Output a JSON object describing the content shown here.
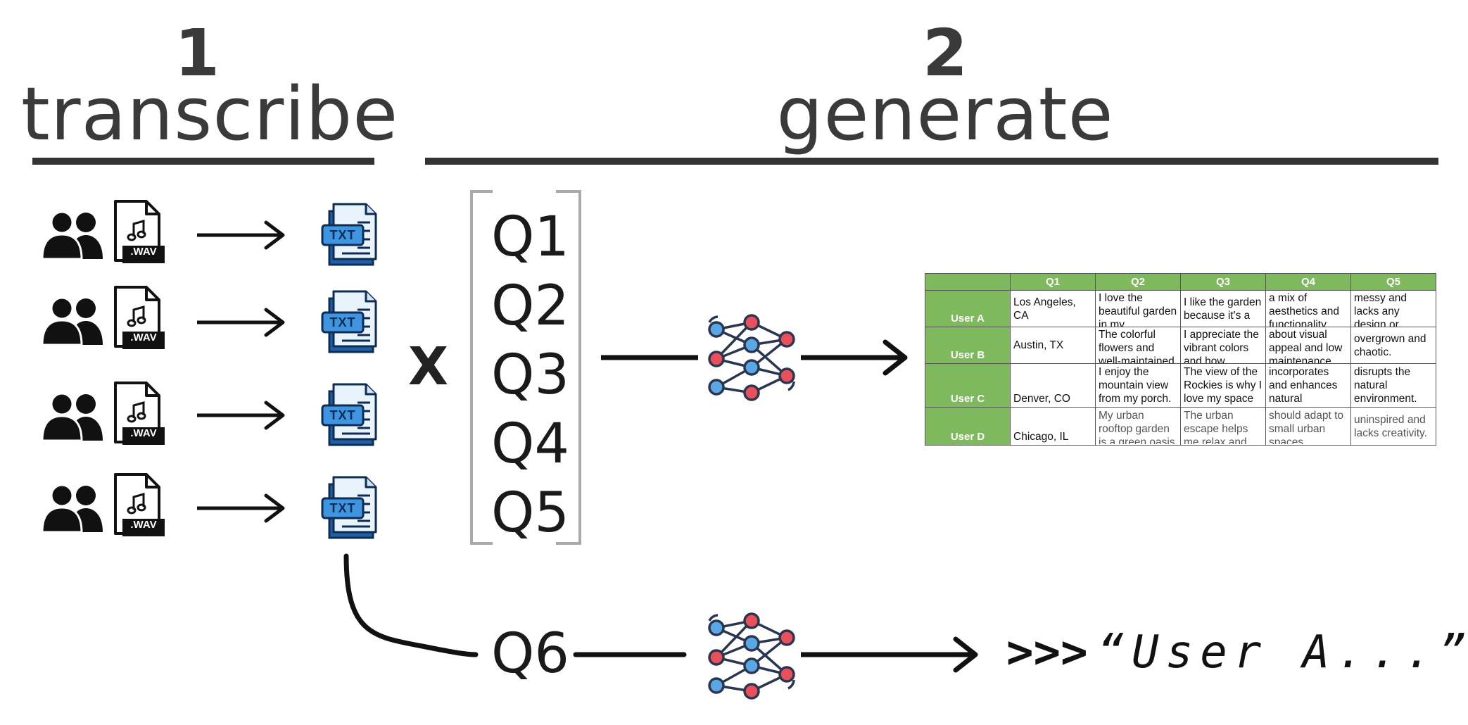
{
  "step1": {
    "number": "1",
    "label": "transcribe"
  },
  "step2": {
    "number": "2",
    "label": "generate"
  },
  "audio_badge": ".WAV",
  "text_badge": "TXT",
  "multiply_symbol": "X",
  "questions": [
    "Q1",
    "Q2",
    "Q3",
    "Q4",
    "Q5"
  ],
  "extra_question": "Q6",
  "output": {
    "prompt": ">>>",
    "text": "“User A...”"
  },
  "table": {
    "columns": [
      "",
      "Q1",
      "Q2",
      "Q3",
      "Q4",
      "Q5"
    ],
    "rows": [
      {
        "label": "User A",
        "cells": [
          "Los Angeles, CA",
          "I love the beautiful garden in my",
          "I like the garden because it's a",
          "a mix of aesthetics and functionality",
          "messy and lacks any design or"
        ]
      },
      {
        "label": "User B",
        "cells": [
          "Austin, TX",
          "The colorful flowers and well-maintained",
          " I appreciate the vibrant colors and how",
          "about visual appeal and low maintenance",
          "overgrown and chaotic."
        ]
      },
      {
        "label": "User C",
        "cells": [
          "Denver, CO",
          "I enjoy the mountain view from my porch.",
          "The view of the Rockies is why I love my space",
          "incorporates and enhances natural",
          "disrupts the natural environment."
        ]
      },
      {
        "label": "User D",
        "cells": [
          "Chicago, IL",
          "My urban rooftop garden is a green oasis",
          "The urban escape helps me relax and",
          "should adapt to small urban spaces",
          "uninspired and lacks creativity."
        ]
      }
    ]
  },
  "colors": {
    "table_header": "#7fb95d",
    "node_blue": "#5aa7e6",
    "node_red": "#e8505b",
    "doc_blue": "#2f86d6",
    "ink": "#333333"
  },
  "icons": [
    "users-icon",
    "audio-file-icon",
    "txt-document-icon",
    "neural-network-icon",
    "arrow-icon"
  ]
}
